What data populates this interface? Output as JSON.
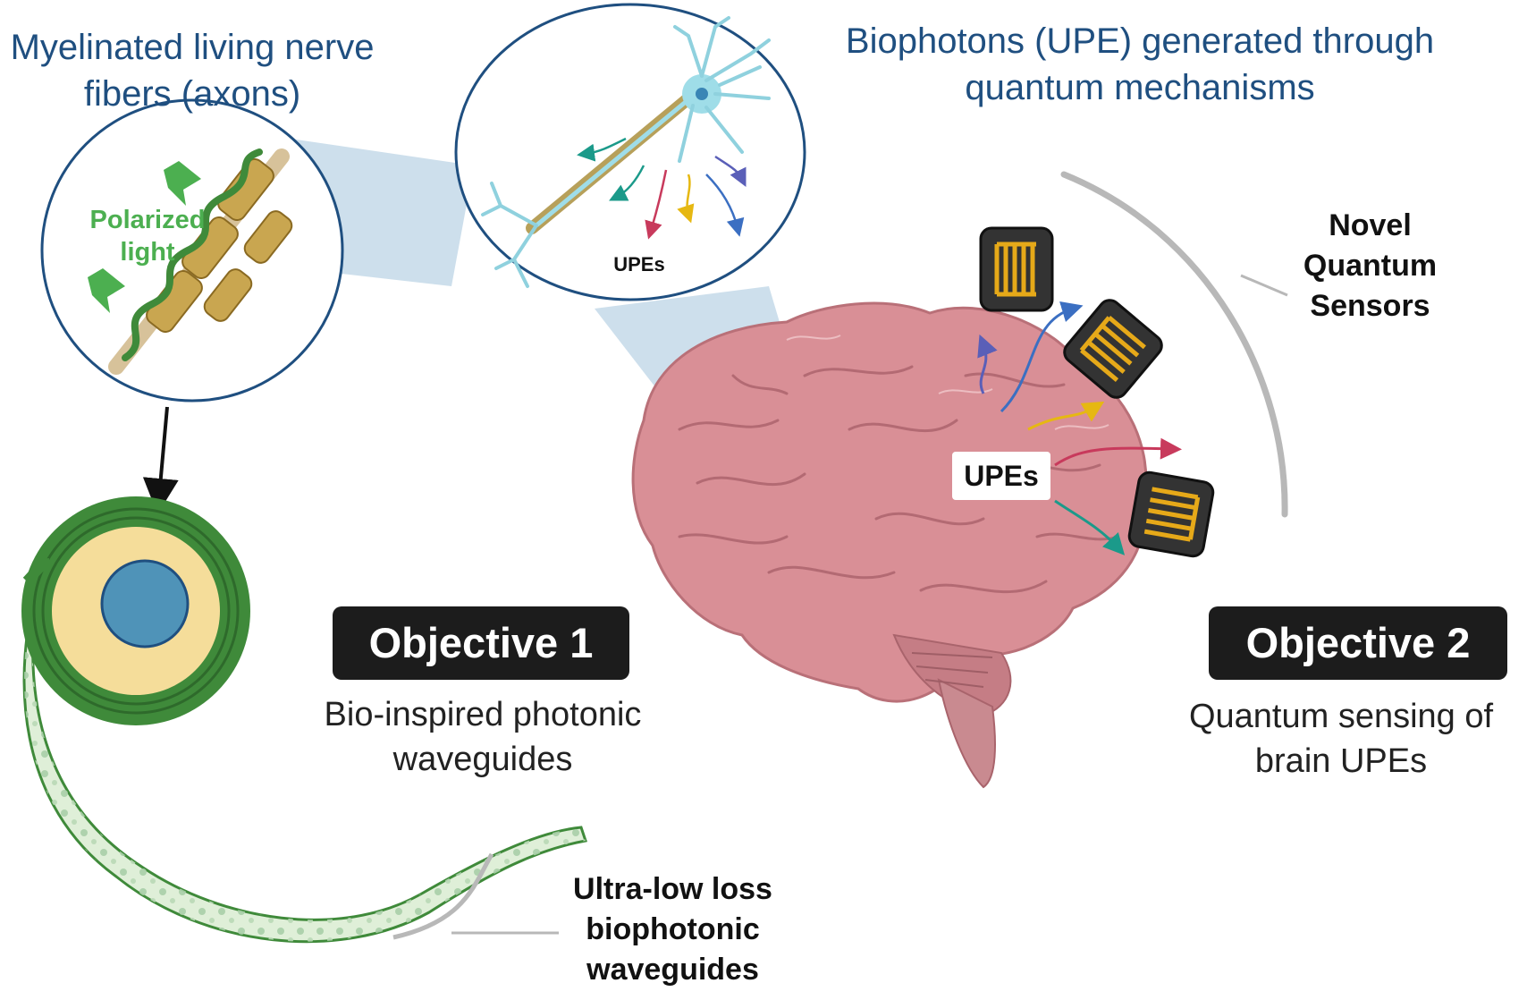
{
  "labels": {
    "nerve_fibers": "Myelinated living nerve fibers (axons)",
    "biophotons": "Biophotons (UPE) generated through quantum mechanisms",
    "polarized_light": "Polarized light",
    "upes_neuron": "UPEs",
    "upes_brain": "UPEs",
    "sensors": "Novel Quantum Sensors",
    "waveguides_label": "Ultra-low loss biophotonic waveguides"
  },
  "objective1": {
    "title": "Objective 1",
    "description": "Bio-inspired photonic waveguides"
  },
  "objective2": {
    "title": "Objective 2",
    "description": "Quantum sensing of brain UPEs"
  },
  "colors": {
    "title_blue": "#1f4f80",
    "myelin_green": "#3f8a3a",
    "polarized_green": "#4caf50",
    "sensor_gold": "#e6a919",
    "sensor_body": "#333333",
    "brain_pink": "#d98f96",
    "axon_core": "#4f93b8",
    "myelin_yellow": "#f5dd9a",
    "zoom_cone": "#bcd4e6",
    "arc_gray": "#b8b8b8"
  },
  "icons": [
    "neuron-icon",
    "brain-icon",
    "quantum-sensor-icon",
    "myelinated-axon-icon",
    "waveguide-cross-section-icon"
  ]
}
